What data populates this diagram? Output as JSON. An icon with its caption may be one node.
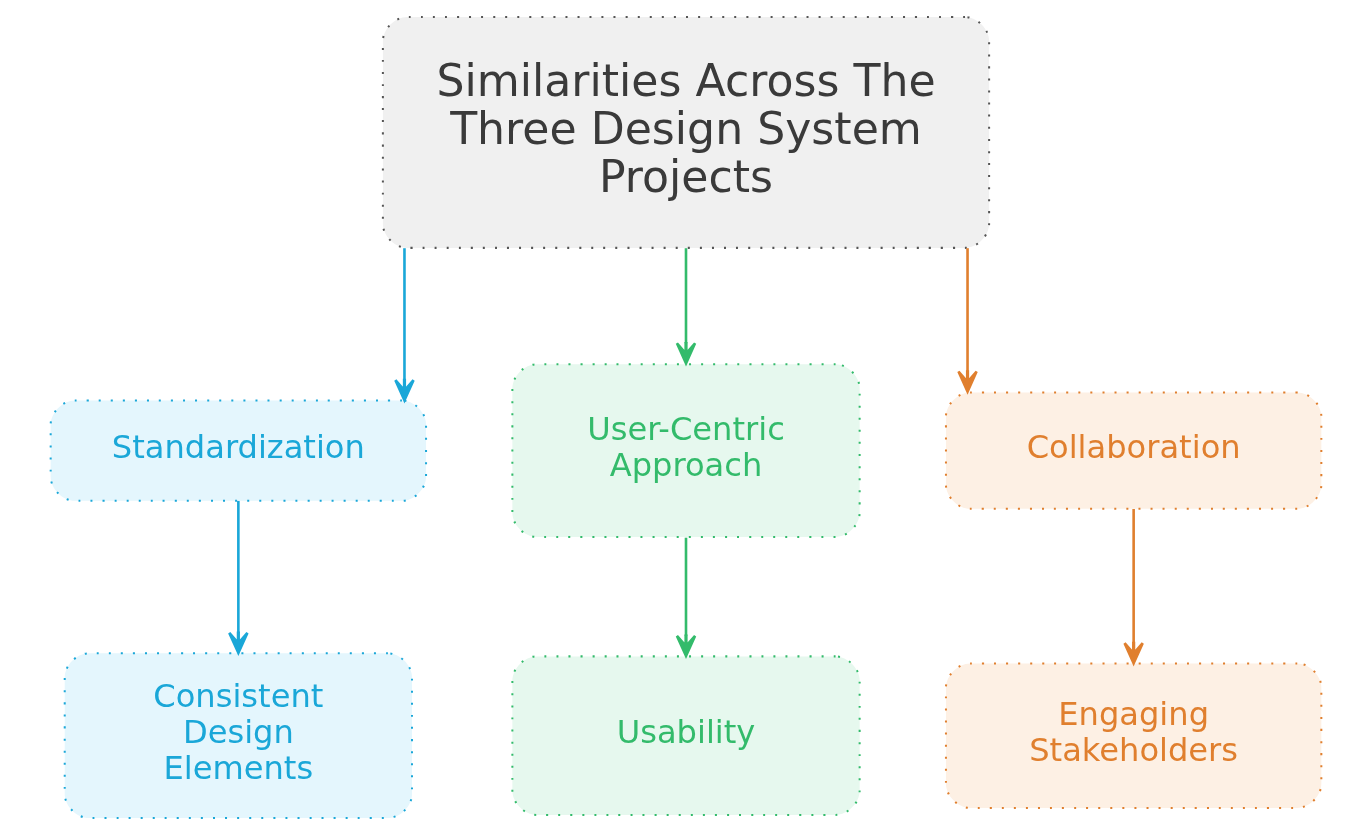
{
  "diagram": {
    "nodes": [
      {
        "text": [
          "Similarities Across The Three Design System Projects"
        ]
      },
      {
        "text": [
          "Standardization"
        ]
      },
      {
        "text": [
          "User-Centric Approach"
        ]
      },
      {
        "text": [
          "Collaboration"
        ]
      },
      {
        "text": [
          "Consistent Design Elements"
        ]
      },
      {
        "text": [
          "Usability"
        ]
      },
      {
        "text": [
          "Engaging Stakeholders"
        ]
      }
    ],
    "edges": [
      {
        "from": 0,
        "to": 1,
        "arrow": "to",
        "color": "#1aa7d8"
      },
      {
        "from": 0,
        "to": 2,
        "arrow": "to",
        "color": "#33bb6b"
      },
      {
        "from": 0,
        "to": 3,
        "arrow": "to",
        "color": "#e07f2e"
      },
      {
        "from": 1,
        "to": 4,
        "arrow": "to",
        "color": "#1aa7d8"
      },
      {
        "from": 2,
        "to": 5,
        "arrow": "to",
        "color": "#33bb6b"
      },
      {
        "from": 3,
        "to": 6,
        "arrow": "to",
        "color": "#e07f2e"
      }
    ]
  }
}
